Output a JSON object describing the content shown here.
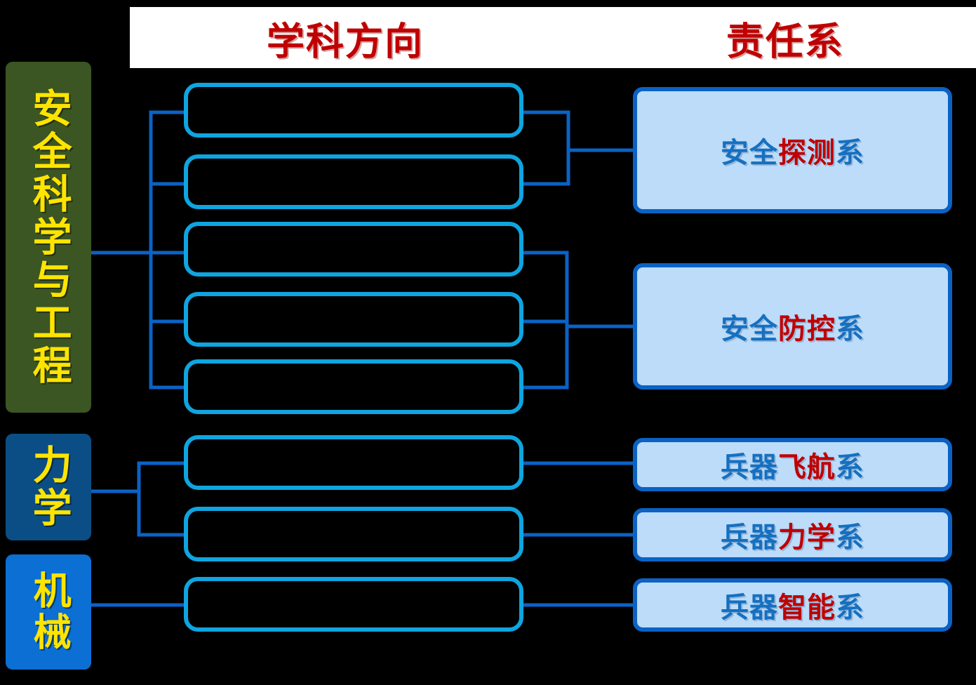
{
  "header": {
    "left_title": "学科方向",
    "right_title": "责任系"
  },
  "colors": {
    "background": "#000000",
    "header_bg": "#ffffff",
    "header_text_red": "#c00000",
    "discipline_safety_bg": "#3b5523",
    "discipline_mechanics_bg": "#0b4e85",
    "discipline_machinery_bg": "#0b6fd4",
    "discipline_text_yellow": "#ffe400",
    "direction_box_border": "#0ea5e0",
    "department_box_fill": "#bcdcfa",
    "department_box_border": "#0b62c4",
    "department_text_blue": "#1570c0",
    "department_text_red": "#c00000",
    "connector_line": "#0b62c4"
  },
  "disciplines": [
    {
      "label": "安全科学与工程"
    },
    {
      "label": "力学"
    },
    {
      "label": "机械"
    }
  ],
  "directions": [
    {
      "label": ""
    },
    {
      "label": ""
    },
    {
      "label": ""
    },
    {
      "label": ""
    },
    {
      "label": ""
    },
    {
      "label": ""
    },
    {
      "label": ""
    },
    {
      "label": ""
    }
  ],
  "departments": [
    {
      "full": "安全探测系",
      "prefix": "安全",
      "highlight": "探测",
      "suffix": "系"
    },
    {
      "full": "安全防控系",
      "prefix": "安全",
      "highlight": "防控",
      "suffix": "系"
    },
    {
      "full": "兵器飞航系",
      "prefix": "兵器",
      "highlight": "飞航",
      "suffix": "系"
    },
    {
      "full": "兵器力学系",
      "prefix": "兵器",
      "highlight": "力学",
      "suffix": "系"
    },
    {
      "full": "兵器智能系",
      "prefix": "兵器",
      "highlight": "智能",
      "suffix": "系"
    }
  ]
}
